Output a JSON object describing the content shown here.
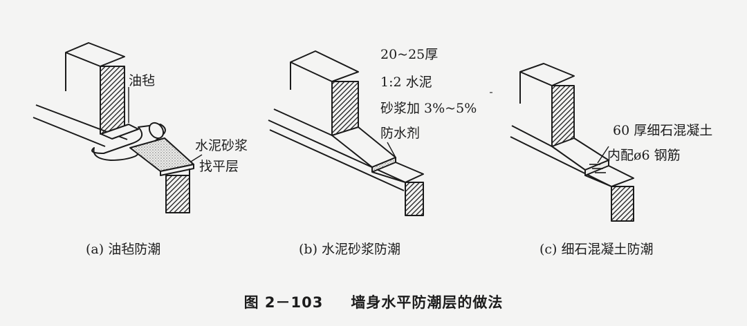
{
  "panels": [
    {
      "caption": "(a) 油毡防潮",
      "labels": {
        "felt": "油毡",
        "mortar_1": "水泥砂浆",
        "mortar_2": "找平层"
      }
    },
    {
      "caption": "(b) 水泥砂浆防潮",
      "labels": {
        "l1": "20~25厚",
        "l2": "1:2 水泥",
        "l3": "砂浆加 3%~5%",
        "l4": "防水剂"
      }
    },
    {
      "caption": "(c) 细石混凝土防潮",
      "labels": {
        "l1": "60 厚细石混凝土",
        "l2": "内配ø6 钢筋"
      }
    }
  ],
  "figure": {
    "number": "图 2－103",
    "title": "墙身水平防潮层的做法"
  }
}
